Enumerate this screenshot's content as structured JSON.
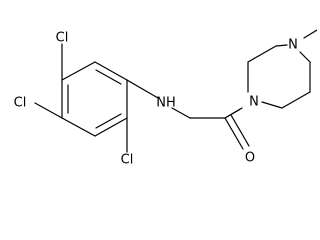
{
  "structure": {
    "atoms": {
      "cl_top": "Cl",
      "cl_left": "Cl",
      "cl_bottom": "Cl",
      "nh": "NH",
      "n_amide": "N",
      "n_methyl": "N",
      "o": "O"
    }
  },
  "colors": {
    "bond": "#000000",
    "label": "#000000",
    "background": "#ffffff"
  }
}
